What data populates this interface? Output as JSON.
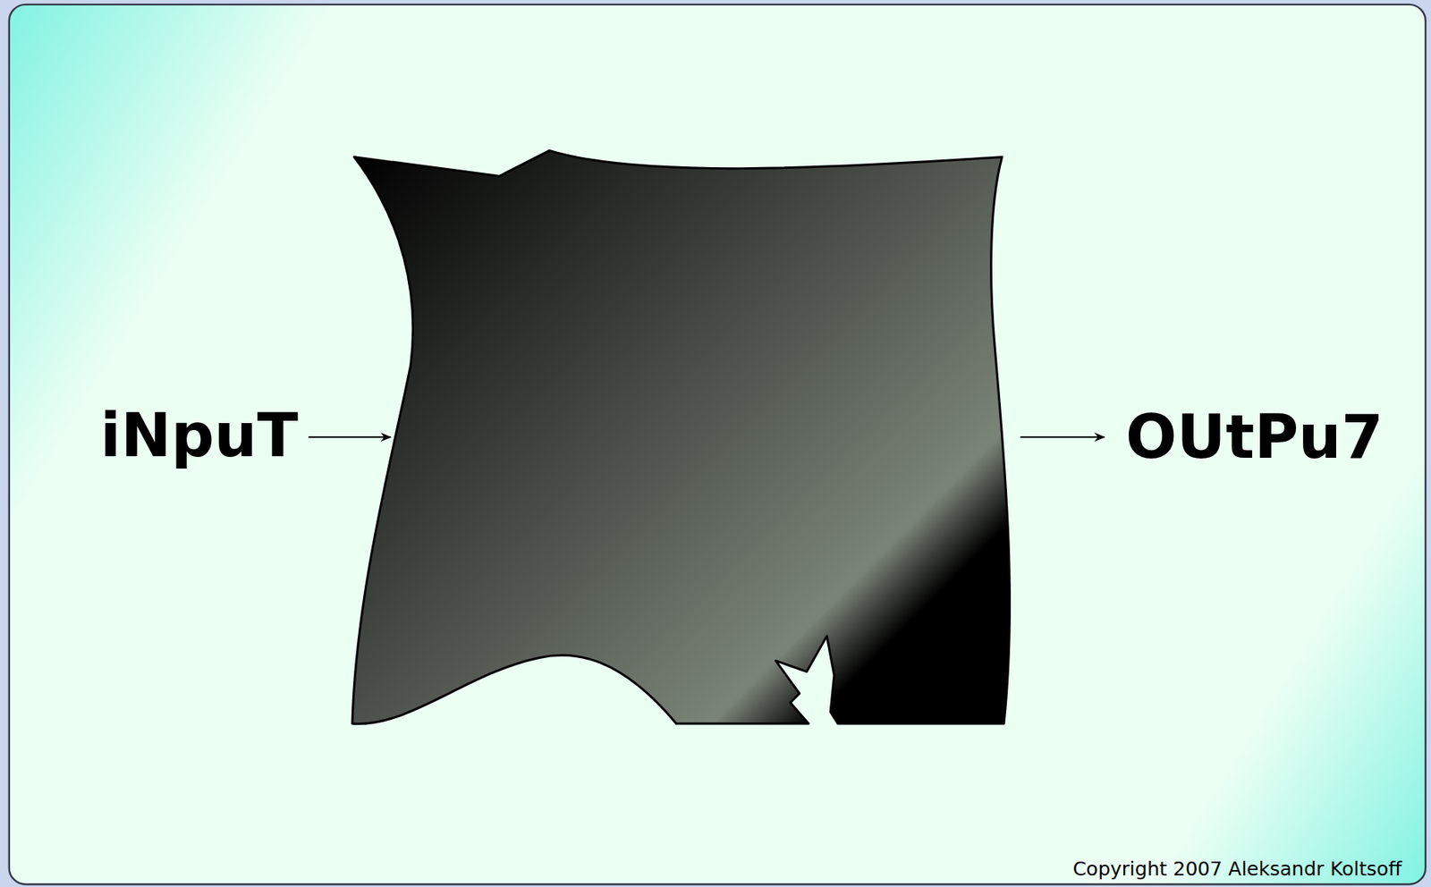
{
  "diagram": {
    "labels": [
      "iNpuT",
      "OUtPu7",
      "Copyright 2007 Aleksandr Koltsoff"
    ]
  }
}
